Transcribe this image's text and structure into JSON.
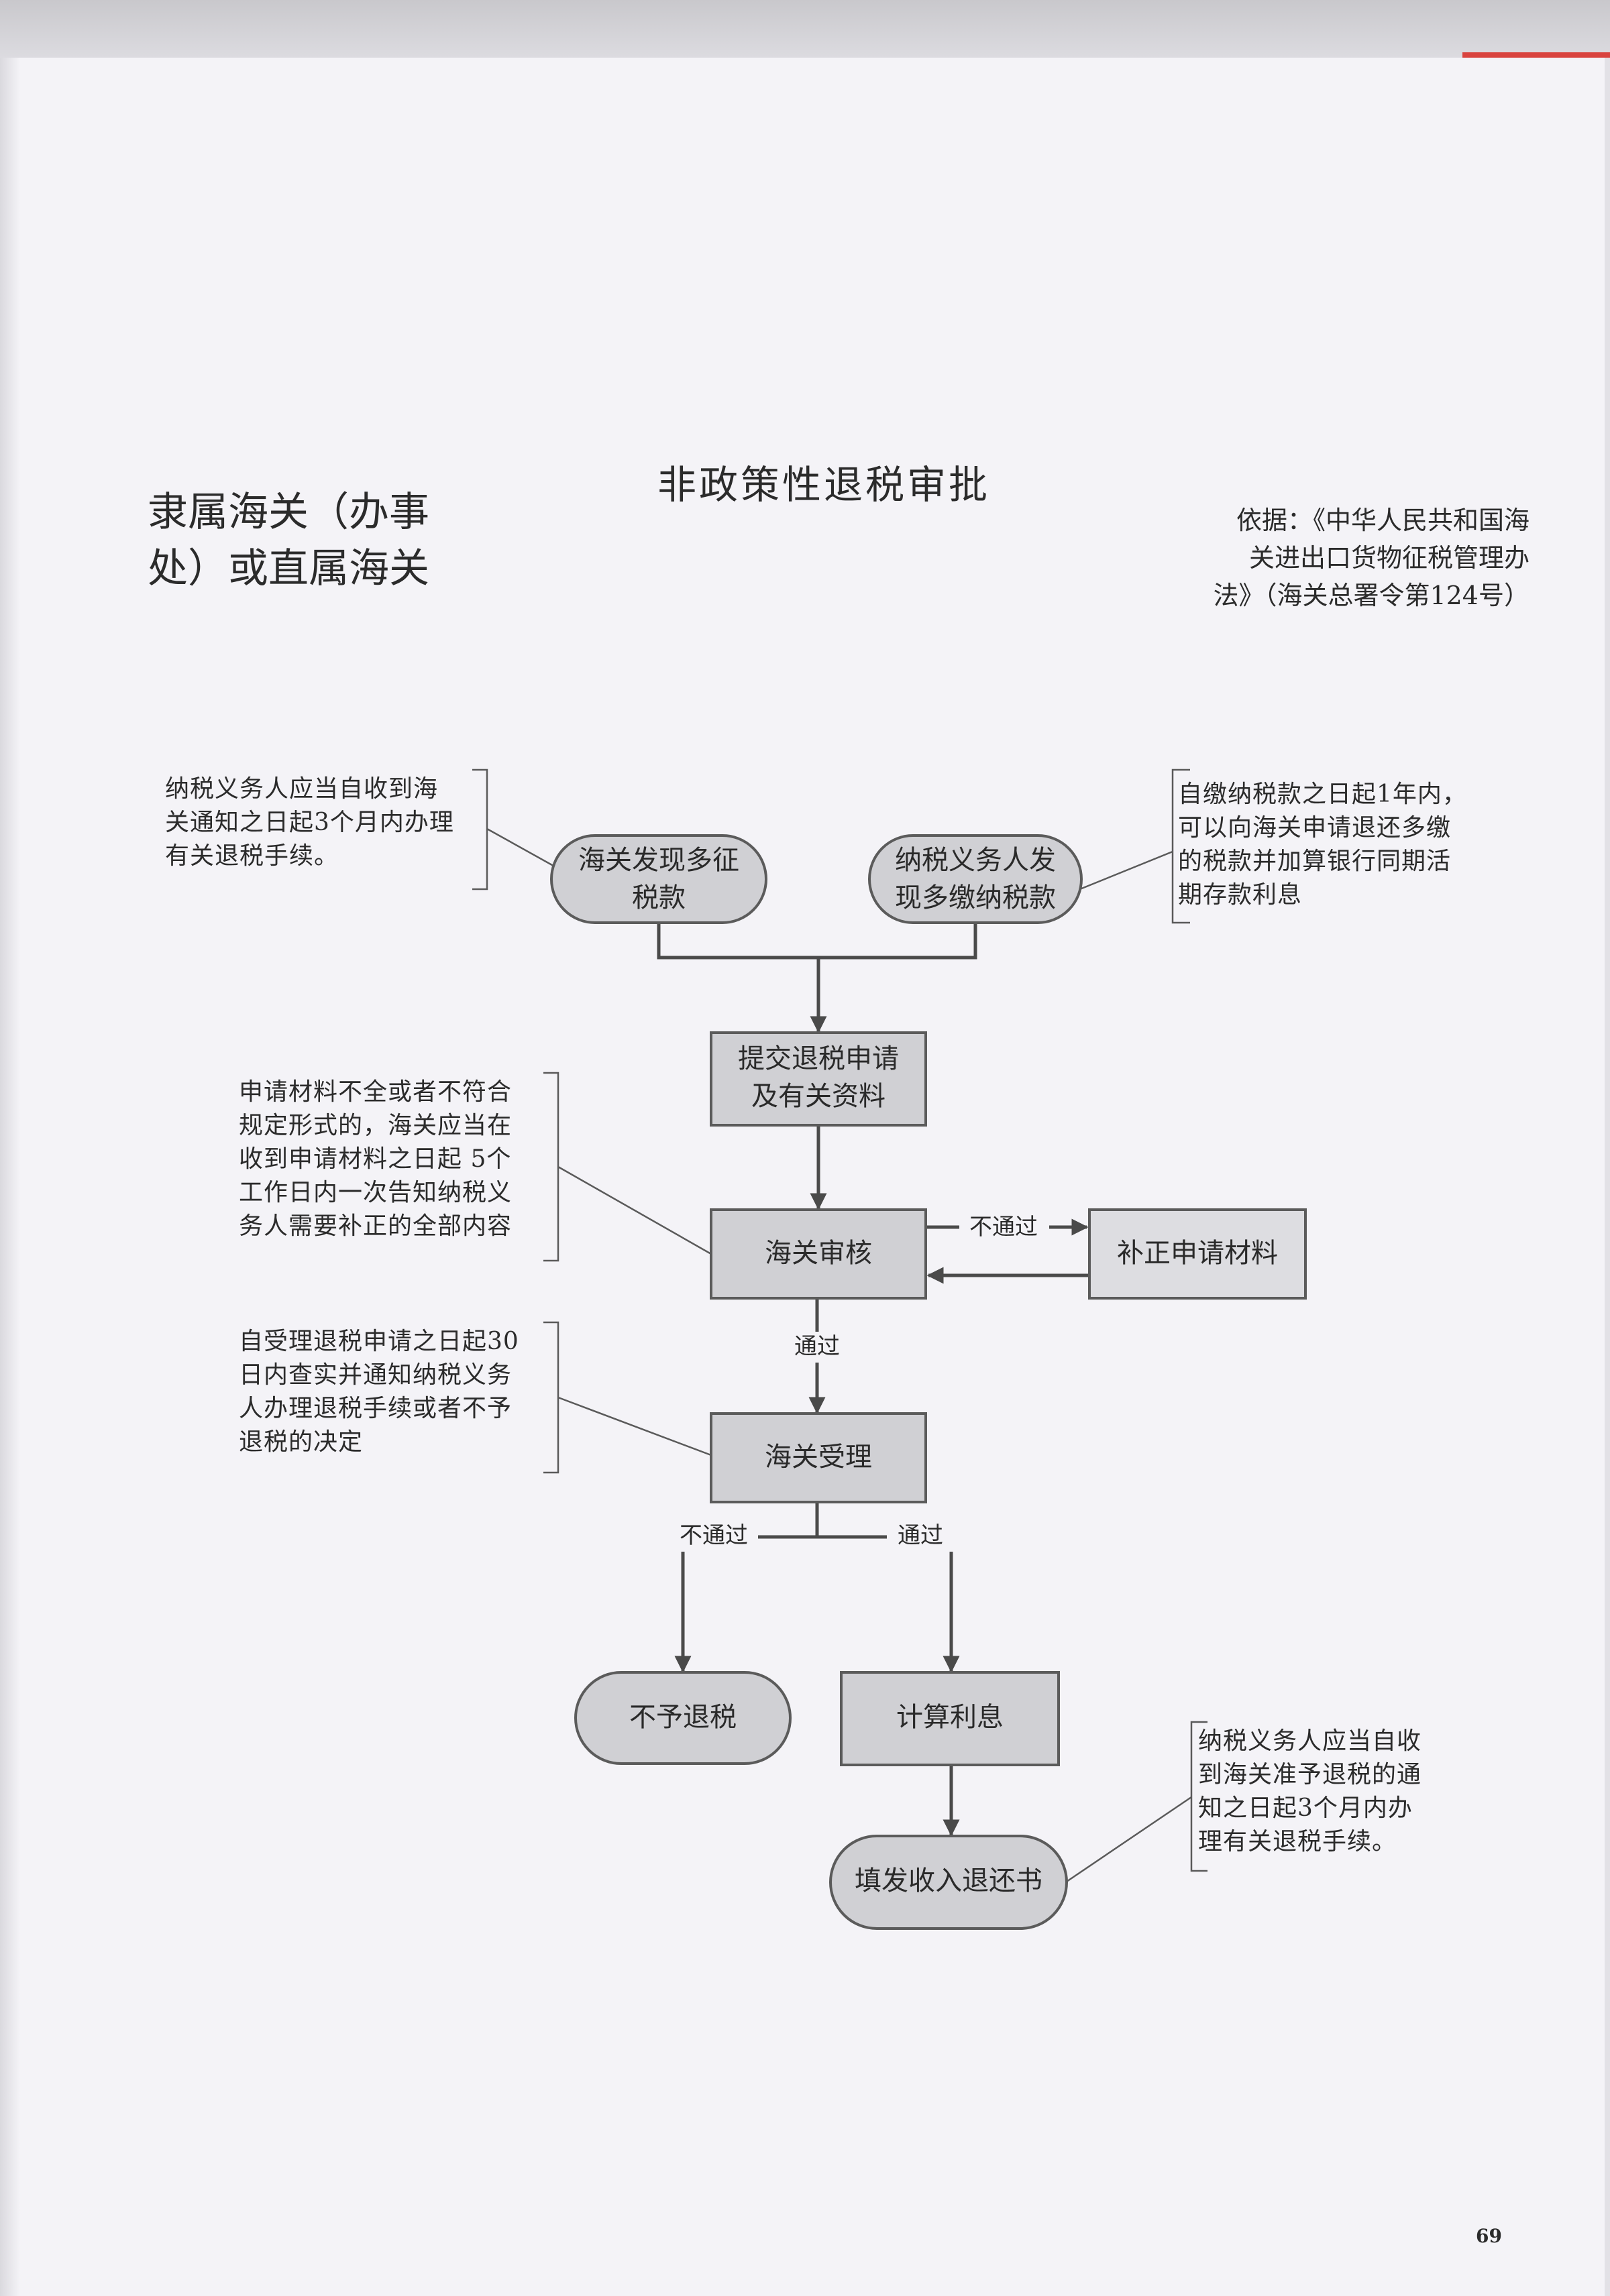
{
  "sub_title": "隶属海关（办事\n处）或直属海关",
  "main_title": "非政策性退税审批",
  "basis": "依据：《中华人民共和国海\n关进出口货物征税管理办\n法》（海关总署令第124号）",
  "page_number": "69",
  "nodes": {
    "customs_found": [
      "海关发现多征",
      "税款"
    ],
    "taxpayer_found": [
      "纳税义务人发",
      "现多缴纳税款"
    ],
    "submit": [
      "提交退税申请",
      "及有关资料"
    ],
    "review": "海关审核",
    "supplement": "补正申请材料",
    "accept": "海关受理",
    "no_refund": "不予退税",
    "interest": "计算利息",
    "issue_form": "填发收入退还书"
  },
  "edge_labels": {
    "review_fail": "不通过",
    "review_pass": "通过",
    "accept_fail": "不通过",
    "accept_pass": "通过"
  },
  "notes": {
    "left_top": "纳税义务人应当自收到海\n关通知之日起3个月内办理\n有关退税手续。",
    "right_top": "自缴纳税款之日起1年内，\n可以向海关申请退还多缴\n的税款并加算银行同期活\n期存款利息",
    "left_review": "申请材料不全或者不符合\n规定形式的，海关应当在\n收到申请材料之日起 5个\n工作日内一次告知纳税义\n务人需要补正的全部内容",
    "left_accept": "自受理退税申请之日起30\n日内查实并通知纳税义务\n人办理退税手续或者不予\n退税的决定",
    "right_bottom": "纳税义务人应当自收\n到海关准予退税的通\n知之日起3个月内办\n理有关退税手续。"
  }
}
